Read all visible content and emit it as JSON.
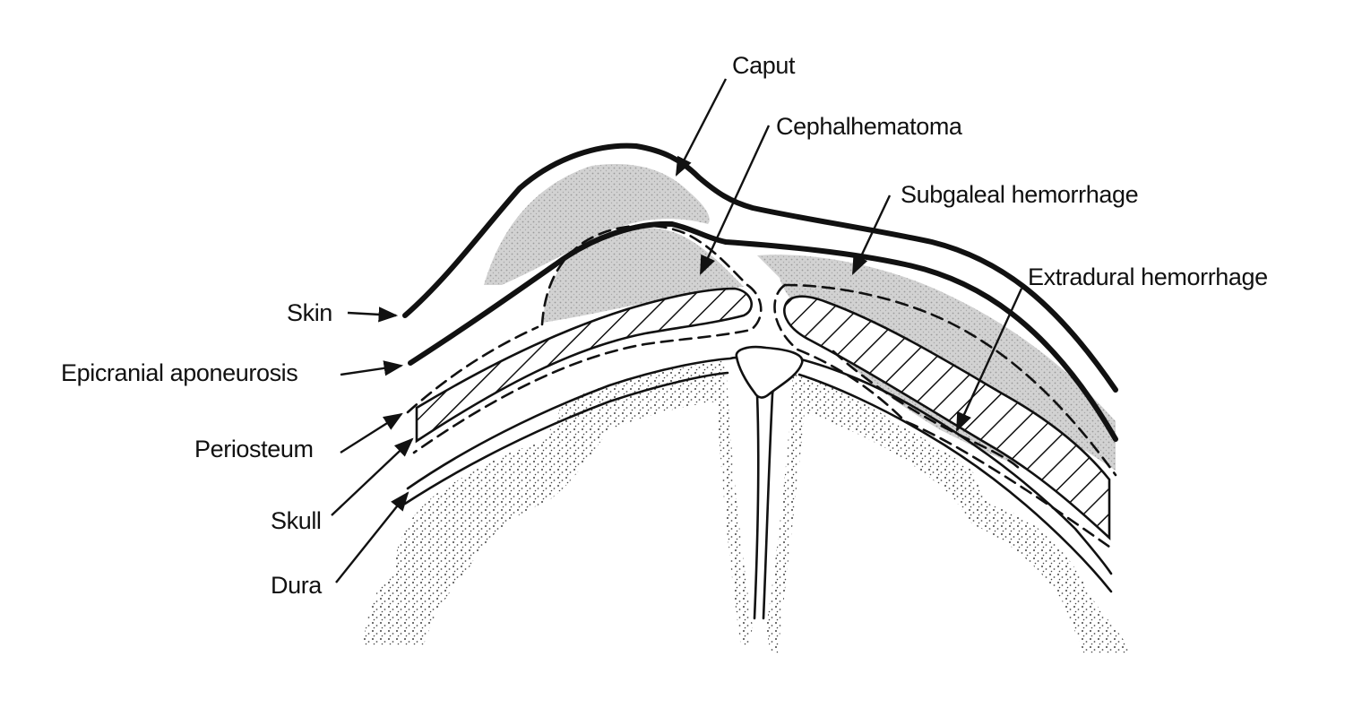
{
  "labels": {
    "caput": "Caput",
    "cephalhematoma": "Cephalhematoma",
    "subgaleal": "Subgaleal hemorrhage",
    "extradural": "Extradural hemorrhage",
    "skin": "Skin",
    "epicranial": "Epicranial aponeurosis",
    "periosteum": "Periosteum",
    "skull": "Skull",
    "dura": "Dura"
  },
  "colors": {
    "ink": "#111111",
    "hemorrhage_fill": "#c9c9c9",
    "brain_stipple": "#222222",
    "background": "#ffffff"
  }
}
